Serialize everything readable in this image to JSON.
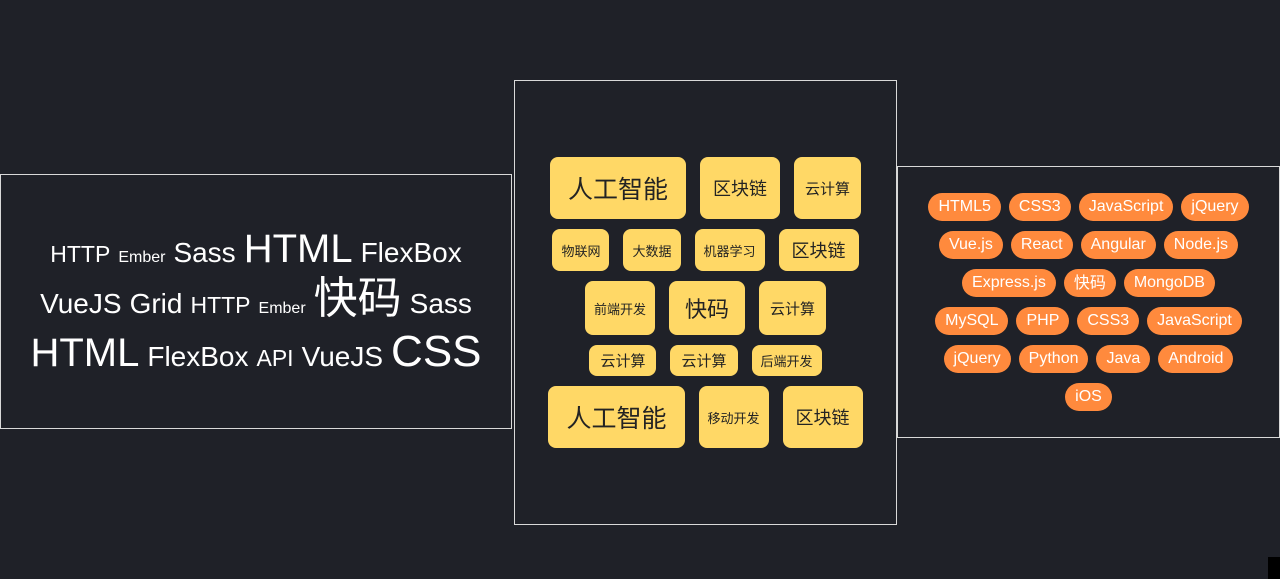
{
  "word_cloud": [
    {
      "text": "HTTP",
      "size": "m"
    },
    {
      "text": "Ember",
      "size": "s"
    },
    {
      "text": "Sass",
      "size": "l"
    },
    {
      "text": "HTML",
      "size": "xl"
    },
    {
      "text": "FlexBox",
      "size": "l"
    },
    {
      "text": "VueJS",
      "size": "l"
    },
    {
      "text": "Grid",
      "size": "l"
    },
    {
      "text": "HTTP",
      "size": "m"
    },
    {
      "text": "Ember",
      "size": "s"
    },
    {
      "text": "快码",
      "size": "xxl"
    },
    {
      "text": "Sass",
      "size": "l"
    },
    {
      "text": "HTML",
      "size": "xl"
    },
    {
      "text": "FlexBox",
      "size": "l"
    },
    {
      "text": "API",
      "size": "m"
    },
    {
      "text": "VueJS",
      "size": "l"
    },
    {
      "text": "CSS",
      "size": "xxl"
    }
  ],
  "tag_cloud": [
    {
      "text": "人工智能",
      "size": 5
    },
    {
      "text": "区块链",
      "size": 3
    },
    {
      "text": "云计算",
      "size": 2
    },
    {
      "text": "物联网",
      "size": 1
    },
    {
      "text": "大数据",
      "size": 1
    },
    {
      "text": "机器学习",
      "size": 1
    },
    {
      "text": "区块链",
      "size": 3
    },
    {
      "text": "前端开发",
      "size": 1
    },
    {
      "text": "快码",
      "size": 4
    },
    {
      "text": "云计算",
      "size": 2
    },
    {
      "text": "云计算",
      "size": 2
    },
    {
      "text": "云计算",
      "size": 2
    },
    {
      "text": "后端开发",
      "size": 1
    },
    {
      "text": "人工智能",
      "size": 5
    },
    {
      "text": "移动开发",
      "size": 1
    },
    {
      "text": "区块链",
      "size": 3
    }
  ],
  "pill_cloud": [
    "HTML5",
    "CSS3",
    "JavaScript",
    "jQuery",
    "Vue.js",
    "React",
    "Angular",
    "Node.js",
    "Express.js",
    "快码",
    "MongoDB",
    "MySQL",
    "PHP",
    "CSS3",
    "JavaScript",
    "jQuery",
    "Python",
    "Java",
    "Android",
    "iOS"
  ],
  "colors": {
    "background": "#1f2128",
    "tag_yellow": "#ffd866",
    "pill_orange": "#ff8a3d",
    "border": "#d9d9d9"
  }
}
